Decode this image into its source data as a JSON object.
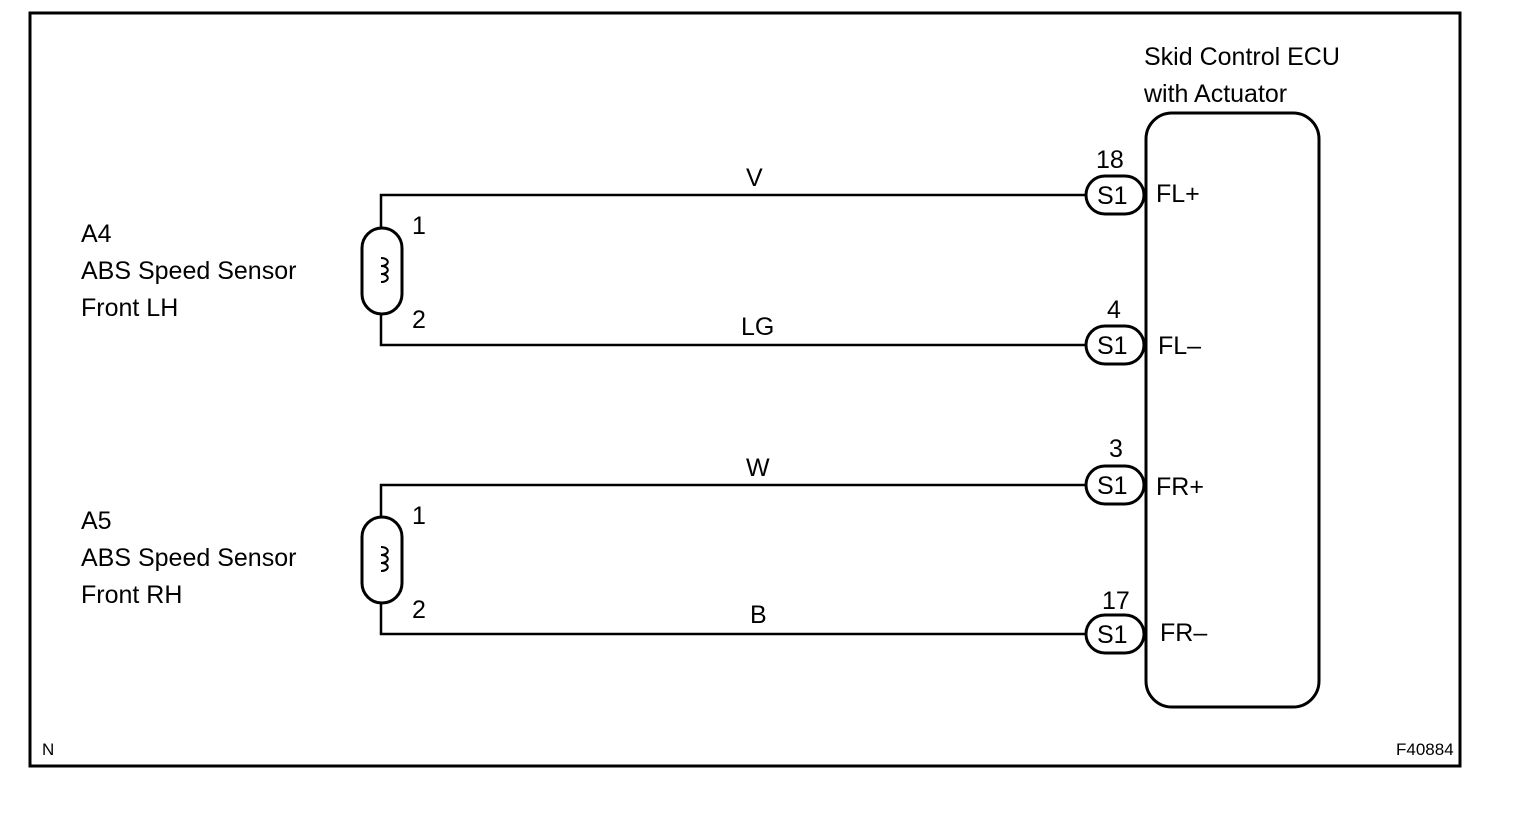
{
  "ecu": {
    "title_line1": "Skid Control ECU",
    "title_line2": "with Actuator"
  },
  "sensors": [
    {
      "id": "A4",
      "name_line1": "ABS Speed Sensor",
      "name_line2": "Front LH",
      "pin_top": "1",
      "pin_bottom": "2"
    },
    {
      "id": "A5",
      "name_line1": "ABS Speed Sensor",
      "name_line2": "Front RH",
      "pin_top": "1",
      "pin_bottom": "2"
    }
  ],
  "wires": [
    {
      "color": "V",
      "pin": "18",
      "connector": "S1",
      "terminal": "FL+"
    },
    {
      "color": "LG",
      "pin": "4",
      "connector": "S1",
      "terminal": "FL–"
    },
    {
      "color": "W",
      "pin": "3",
      "connector": "S1",
      "terminal": "FR+"
    },
    {
      "color": "B",
      "pin": "17",
      "connector": "S1",
      "terminal": "FR–"
    }
  ],
  "footer": {
    "left_code": "N",
    "right_code": "F40884"
  }
}
